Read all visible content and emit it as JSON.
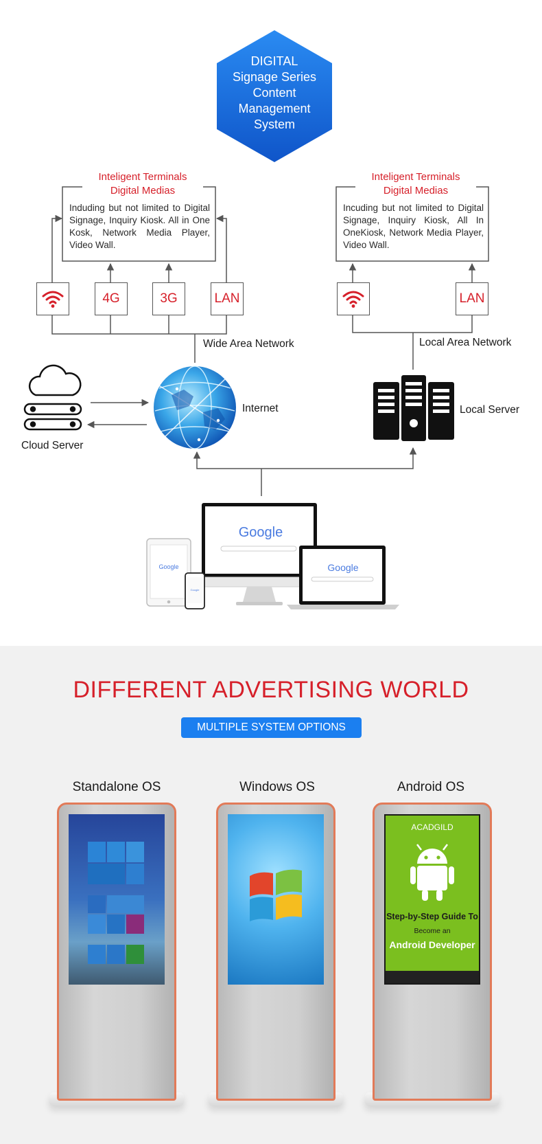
{
  "hexagon": {
    "lines": [
      "DIGITAL",
      "Signage Series",
      "Content",
      "Management",
      "System"
    ],
    "color": "#1b6fe0"
  },
  "terminals": [
    {
      "title_lines": [
        "Inteligent Terminals",
        "Digital Medias"
      ],
      "description": "Induding but not limited to Digital Signage, Inquiry Kiosk. All in One Kosk, Network Media Player, Video Wall.",
      "connectors": [
        "wifi-icon",
        "4G",
        "3G",
        "LAN"
      ]
    },
    {
      "title_lines": [
        "Inteligent Terminals",
        "Digital Medias"
      ],
      "description": "Incuding but not limited to Digital Signage, Inquiry Kiosk, All In OneKiosk, Network Media Player, Video Wall.",
      "connectors": [
        "wifi-icon",
        "LAN"
      ]
    }
  ],
  "labels": {
    "wan": "Wide Area Network",
    "lan": "Local Area Network",
    "internet": "Internet",
    "cloud_server": "Cloud Server",
    "local_server": "Local Server"
  },
  "devices": {
    "search_brand": "Google",
    "icons": [
      "tablet-icon",
      "phone-icon",
      "desktop-monitor-icon",
      "laptop-icon"
    ]
  },
  "section2": {
    "title": "DIFFERENT ADVERTISING WORLD",
    "subtitle": "MULTIPLE SYSTEM OPTIONS",
    "kiosks": [
      {
        "label": "Standalone OS",
        "screen": "windows-10-start-screen"
      },
      {
        "label": "Windows OS",
        "screen": "windows-logo-screen"
      },
      {
        "label": "Android OS",
        "screen": "android-guide-screen"
      }
    ],
    "android_screen": {
      "brand": "ACADGILD",
      "line1": "Step-by-Step Guide To",
      "line2": "Become an",
      "line3": "Android Developer"
    }
  },
  "colors": {
    "accent_red": "#d6202a",
    "accent_blue": "#1b7ff0",
    "kiosk_trim": "#e27a58"
  }
}
